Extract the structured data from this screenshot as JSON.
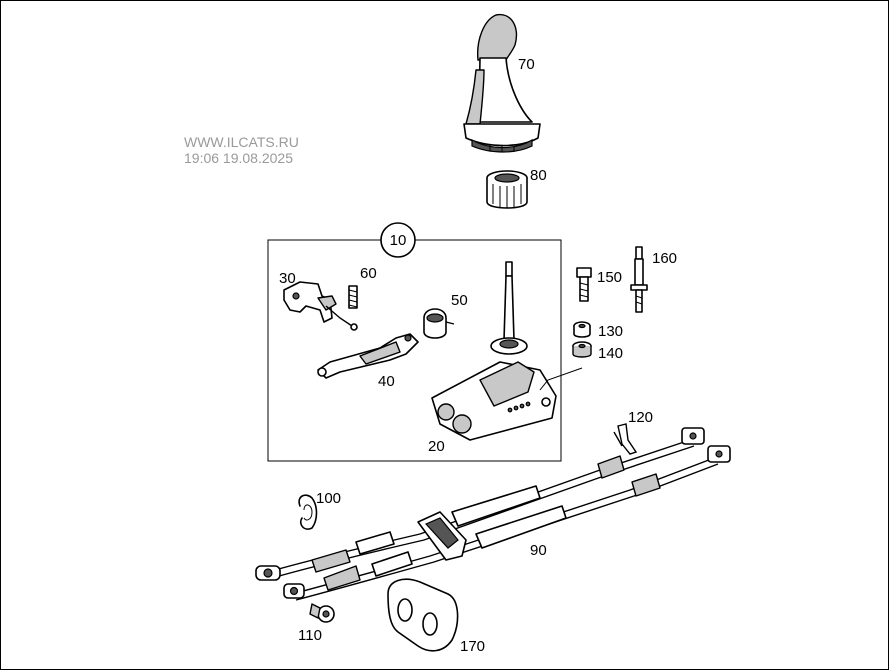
{
  "watermark": {
    "site": "WWW.ILCATS.RU",
    "timestamp": "19:06 19.08.2025"
  },
  "group_label": "10",
  "callouts": {
    "p20": "20",
    "p30": "30",
    "p40": "40",
    "p50": "50",
    "p60": "60",
    "p70": "70",
    "p80": "80",
    "p90": "90",
    "p100": "100",
    "p110": "110",
    "p120": "120",
    "p130": "130",
    "p140": "140",
    "p150": "150",
    "p160": "160",
    "p170": "170"
  }
}
